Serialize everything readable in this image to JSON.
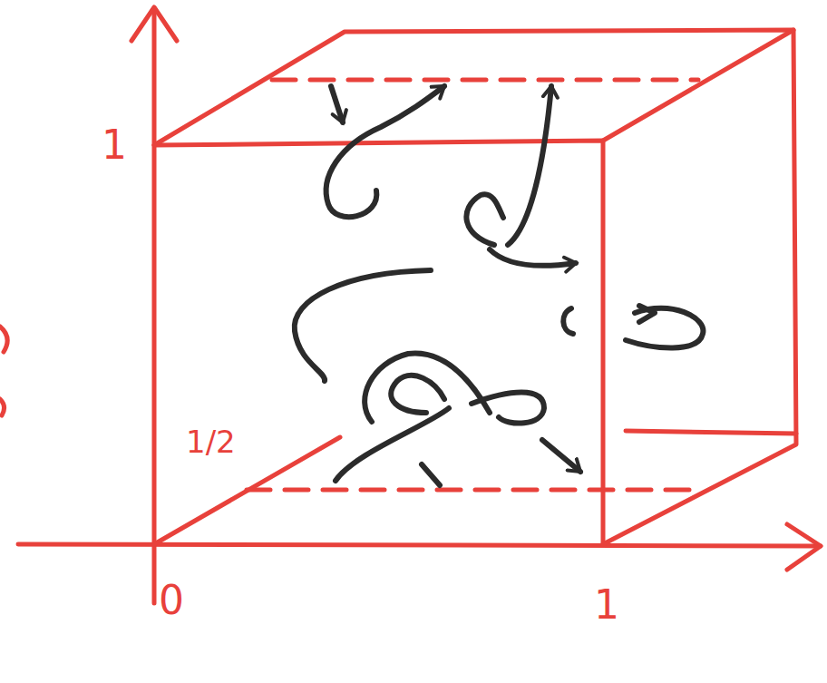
{
  "diagram": {
    "labels": [
      "1",
      "1/2",
      "0",
      "1"
    ]
  }
}
